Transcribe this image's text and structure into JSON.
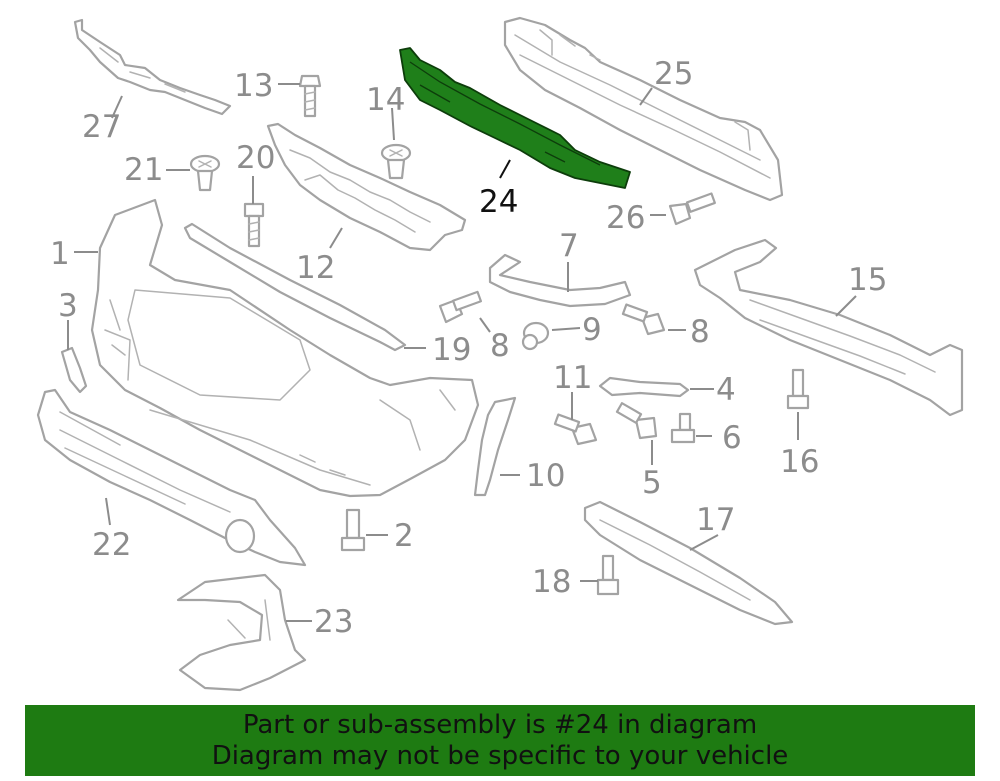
{
  "diagram": {
    "highlighted_part": "24",
    "callouts": [
      "1",
      "2",
      "3",
      "4",
      "5",
      "6",
      "7",
      "8",
      "8",
      "9",
      "10",
      "11",
      "12",
      "13",
      "14",
      "15",
      "16",
      "17",
      "18",
      "19",
      "20",
      "21",
      "22",
      "23",
      "24",
      "25",
      "26",
      "27"
    ],
    "highlight_color": "#1f7f1a",
    "part_color": "#a3a3a3"
  },
  "banner": {
    "line1": "Part or sub-assembly is #24 in diagram",
    "line2": "Diagram may not be specific to your vehicle",
    "color": "#1e7b12"
  }
}
